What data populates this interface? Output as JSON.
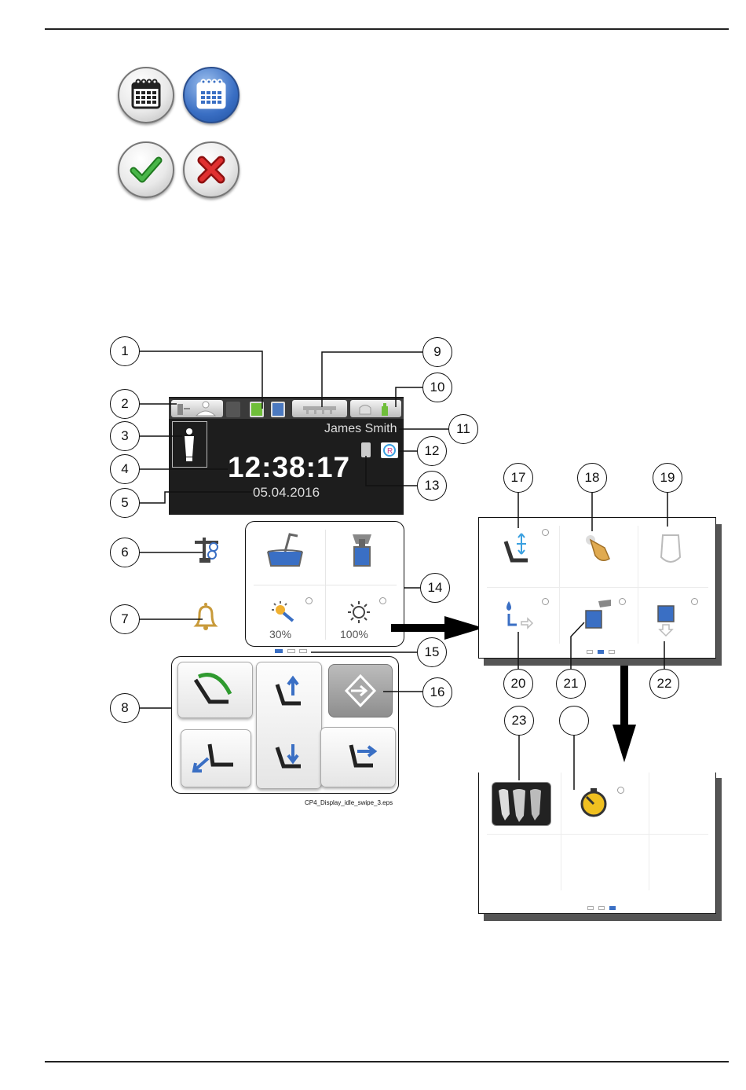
{
  "figure": {
    "file_name": "CP4_Display_idle_swipe_3.eps",
    "callouts": [
      "1",
      "2",
      "3",
      "4",
      "5",
      "6",
      "7",
      "8",
      "9",
      "10",
      "11",
      "12",
      "13",
      "14",
      "15",
      "16",
      "17",
      "18",
      "19",
      "20",
      "21",
      "22",
      "23",
      ""
    ]
  },
  "display": {
    "patient_name": "James Smith",
    "time": "12:38:17",
    "date": "05.04.2016",
    "light_levels": [
      "30%",
      "100%"
    ]
  },
  "colors": {
    "accent_blue": "#3a6fc4",
    "check_green": "#2f9a2f",
    "cross_red": "#c81e1e",
    "screen_bg": "#1d1d1d"
  }
}
